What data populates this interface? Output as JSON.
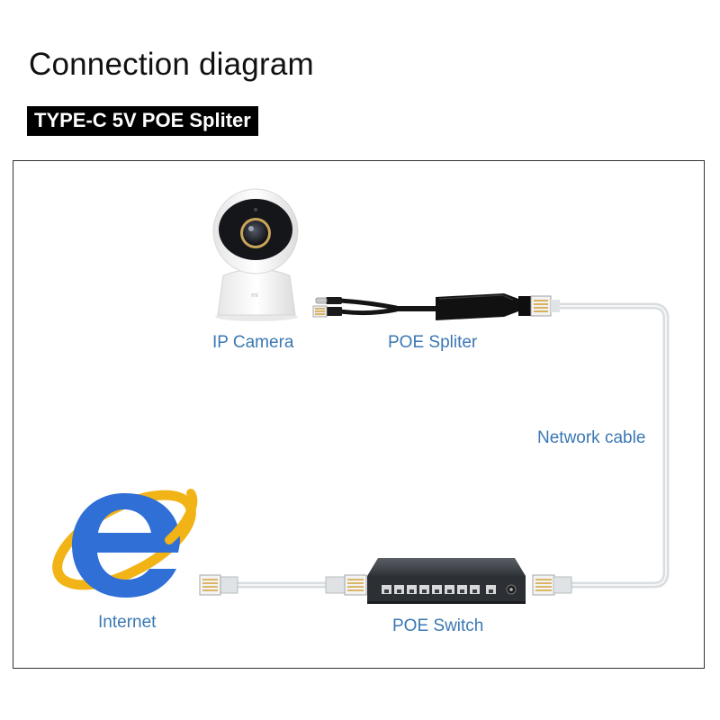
{
  "header": {
    "title": "Connection diagram",
    "subtitle": "TYPE-C 5V POE Spliter"
  },
  "labels": {
    "ip_camera": "IP Camera",
    "poe_spliter": "POE Spliter",
    "network_cable": "Network cable",
    "internet": "Internet",
    "poe_switch": "POE Switch"
  },
  "colors": {
    "label_blue": "#3a78b3",
    "cable_gray": "#d9dde0",
    "splitter_black": "#111111",
    "ie_blue": "#2f6fd6",
    "ie_ring": "#f2b316",
    "switch_dark": "#3b3f44"
  },
  "icons": [
    "ip-camera-icon",
    "internet-explorer-icon",
    "network-switch-icon",
    "rj45-connector-icon",
    "usb-c-connector-icon"
  ]
}
